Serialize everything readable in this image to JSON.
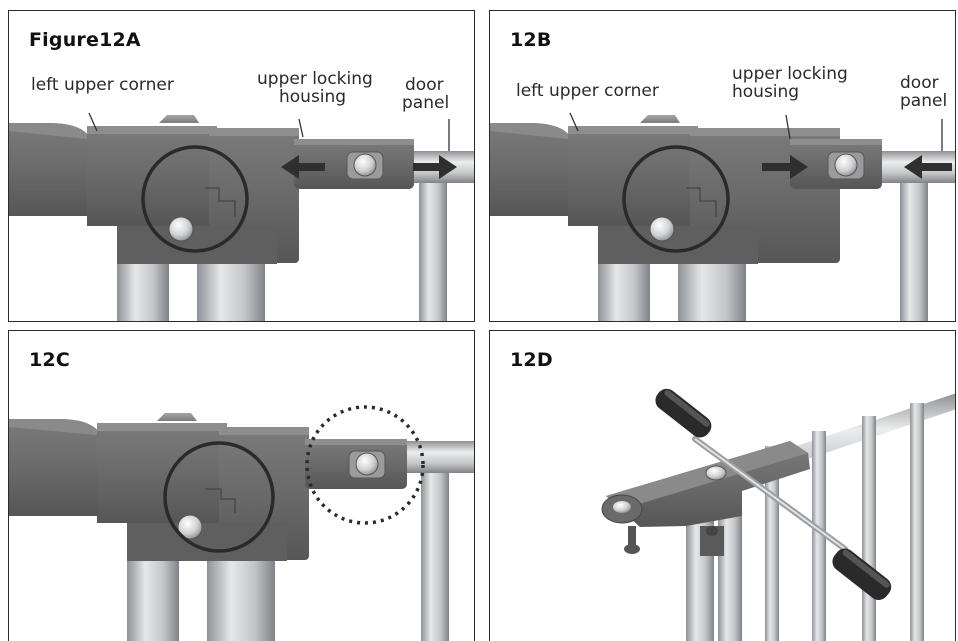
{
  "panels": {
    "a": {
      "title": "Figure12A",
      "label_corner": "left upper corner",
      "label_housing_1": "upper locking",
      "label_housing_2": "housing",
      "label_door_1": "door",
      "label_door_2": "panel"
    },
    "b": {
      "title": "12B",
      "label_corner": "left upper corner",
      "label_housing_1": "upper locking",
      "label_housing_2": "housing",
      "label_door_1": "door",
      "label_door_2": "panel"
    },
    "c": {
      "title": "12C"
    },
    "d": {
      "title": "12D"
    }
  },
  "colors": {
    "housing": "#6d6d6d",
    "housing_dark": "#4d4d4d",
    "tube": "#c7c9cc",
    "arrow": "#2f2f2f",
    "circle": "#2a2a2a"
  }
}
